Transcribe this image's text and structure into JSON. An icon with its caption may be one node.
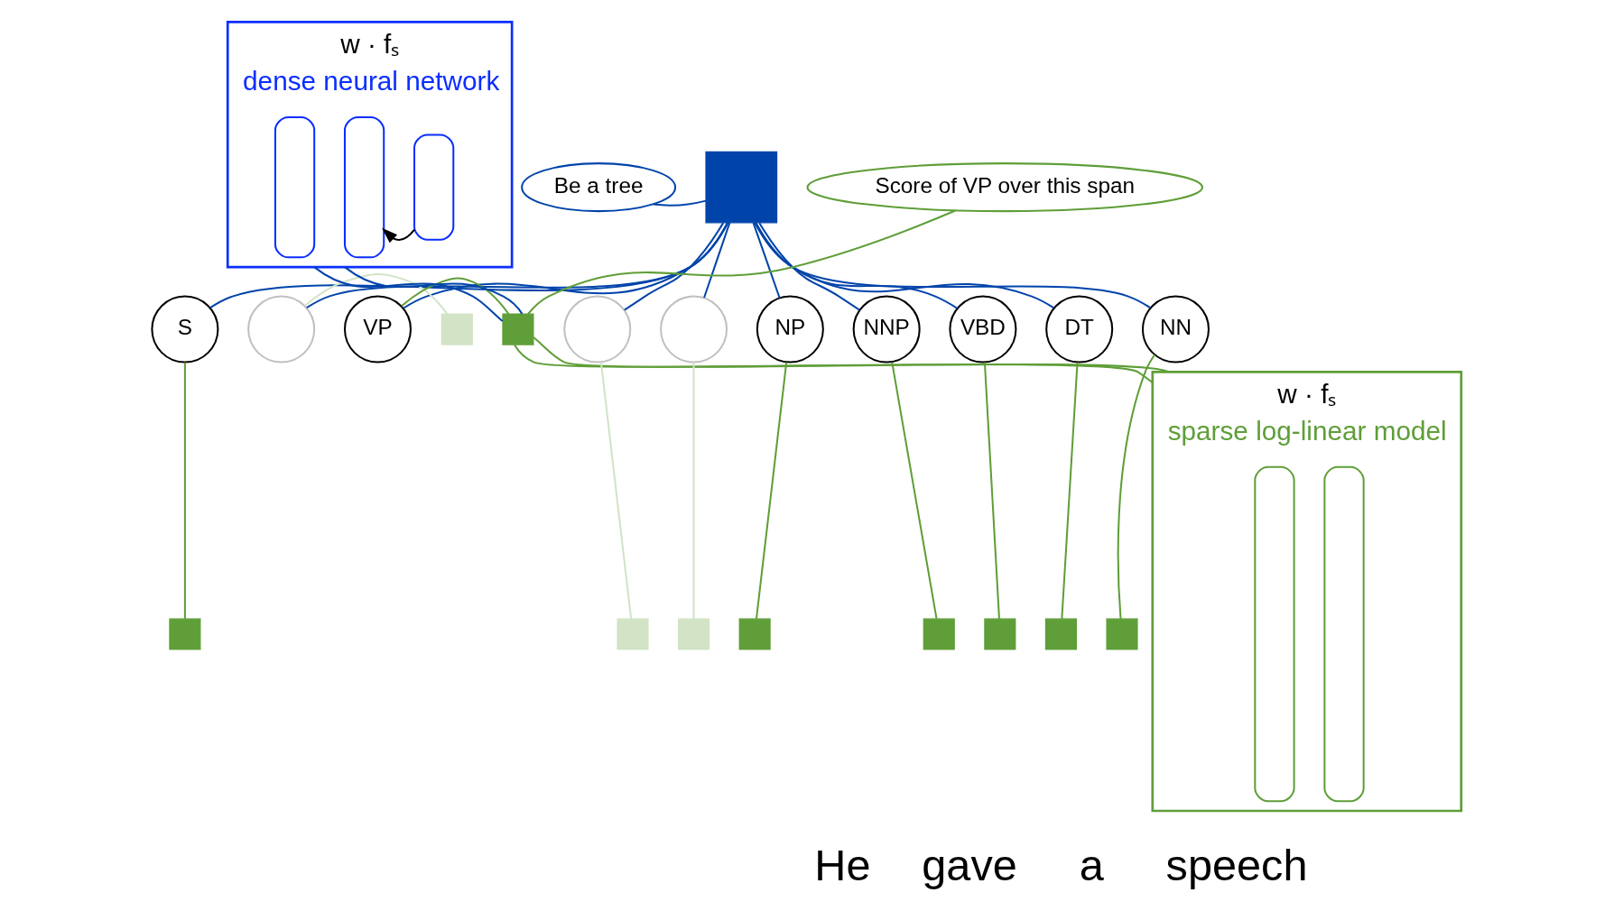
{
  "diagram": {
    "nodes": [
      {
        "text": [],
        "shape": "box"
      },
      {
        "text": [
          "Be a tree"
        ]
      },
      {
        "text": [
          "S"
        ]
      },
      {
        "text": [],
        "shape": "box"
      },
      {
        "text": [],
        "shape": "circle"
      },
      {
        "text": [],
        "shape": "box"
      },
      {
        "text": [
          "VP"
        ]
      },
      {
        "text": [],
        "shape": "box"
      },
      {
        "text": [],
        "shape": "circle"
      },
      {
        "text": [],
        "shape": "box"
      },
      {
        "text": [],
        "shape": "circle"
      },
      {
        "text": [],
        "shape": "box"
      },
      {
        "text": [
          "NP"
        ]
      },
      {
        "text": [],
        "shape": "box"
      },
      {
        "text": [
          "NNP"
        ]
      },
      {
        "text": [],
        "shape": "box"
      },
      {
        "text": [
          "VBD"
        ]
      },
      {
        "text": [],
        "shape": "box"
      },
      {
        "text": [
          "DT"
        ]
      },
      {
        "text": [],
        "shape": "box"
      },
      {
        "text": [
          "NN"
        ]
      },
      {
        "text": [],
        "shape": "box"
      },
      {
        "text": [
          "Score of VP over this span"
        ]
      },
      {
        "text": [
          "w · fₛ",
          "dense neural network"
        ]
      },
      {
        "text": [],
        "shape": "bar",
        "in": 23
      },
      {
        "text": [],
        "shape": "bar",
        "in": 23
      },
      {
        "text": [],
        "shape": "bar",
        "in": 23
      },
      {
        "text": [
          "w · fₛ",
          "sparse log-linear model"
        ]
      },
      {
        "text": [],
        "shape": "bar",
        "in": 27
      },
      {
        "text": [],
        "shape": "bar",
        "in": 27
      }
    ],
    "edges": [
      {
        "from": 1,
        "to": 0,
        "arrow": "none"
      },
      {
        "from": 0,
        "to": 2,
        "arrow": "none"
      },
      {
        "from": 0,
        "to": 6,
        "arrow": "none"
      },
      {
        "from": 0,
        "to": 4,
        "arrow": "none"
      },
      {
        "from": 0,
        "to": 12,
        "arrow": "none"
      },
      {
        "from": 0,
        "to": 8,
        "arrow": "none"
      },
      {
        "from": 0,
        "to": 10,
        "arrow": "none"
      },
      {
        "from": 0,
        "to": 14,
        "arrow": "none"
      },
      {
        "from": 0,
        "to": 16,
        "arrow": "none"
      },
      {
        "from": 0,
        "to": 18,
        "arrow": "none"
      },
      {
        "from": 0,
        "to": 20,
        "arrow": "none"
      },
      {
        "from": 2,
        "to": 3,
        "arrow": "none",
        "color": "#5f9e38"
      },
      {
        "from": 4,
        "to": 5,
        "arrow": "none",
        "color": "#d2e3c6"
      },
      {
        "from": 6,
        "to": 7,
        "arrow": "none",
        "color": "#5f9e38"
      },
      {
        "from": 8,
        "to": 9,
        "arrow": "none",
        "color": "#d2e3c6"
      },
      {
        "from": 10,
        "to": 11,
        "arrow": "none",
        "color": "#d2e3c6"
      },
      {
        "from": 12,
        "to": 13,
        "arrow": "none",
        "color": "#5f9e38"
      },
      {
        "from": 14,
        "to": 15,
        "arrow": "none",
        "color": "#5f9e38"
      },
      {
        "from": 16,
        "to": 17,
        "arrow": "none",
        "color": "#5f9e38"
      },
      {
        "from": 18,
        "to": 19,
        "arrow": "none",
        "color": "#5f9e38"
      },
      {
        "from": 20,
        "to": 21,
        "arrow": "none",
        "color": "#5f9e38"
      },
      {
        "from": 22,
        "to": 7,
        "arrow": "none",
        "color": "#5f9e38"
      },
      {
        "from": 7,
        "to": 23,
        "arrow": "none"
      },
      {
        "from": 7,
        "to": 23,
        "arrow": "none"
      },
      {
        "from": 7,
        "to": 27,
        "arrow": "none",
        "color": "#5f9e38"
      },
      {
        "from": 7,
        "to": 27,
        "arrow": "none",
        "color": "#5f9e38"
      },
      {
        "from": 26,
        "to": 25,
        "arrow": "to",
        "color": "#000000"
      }
    ],
    "labels": [
      "He",
      "gave",
      "a",
      "speech"
    ]
  }
}
